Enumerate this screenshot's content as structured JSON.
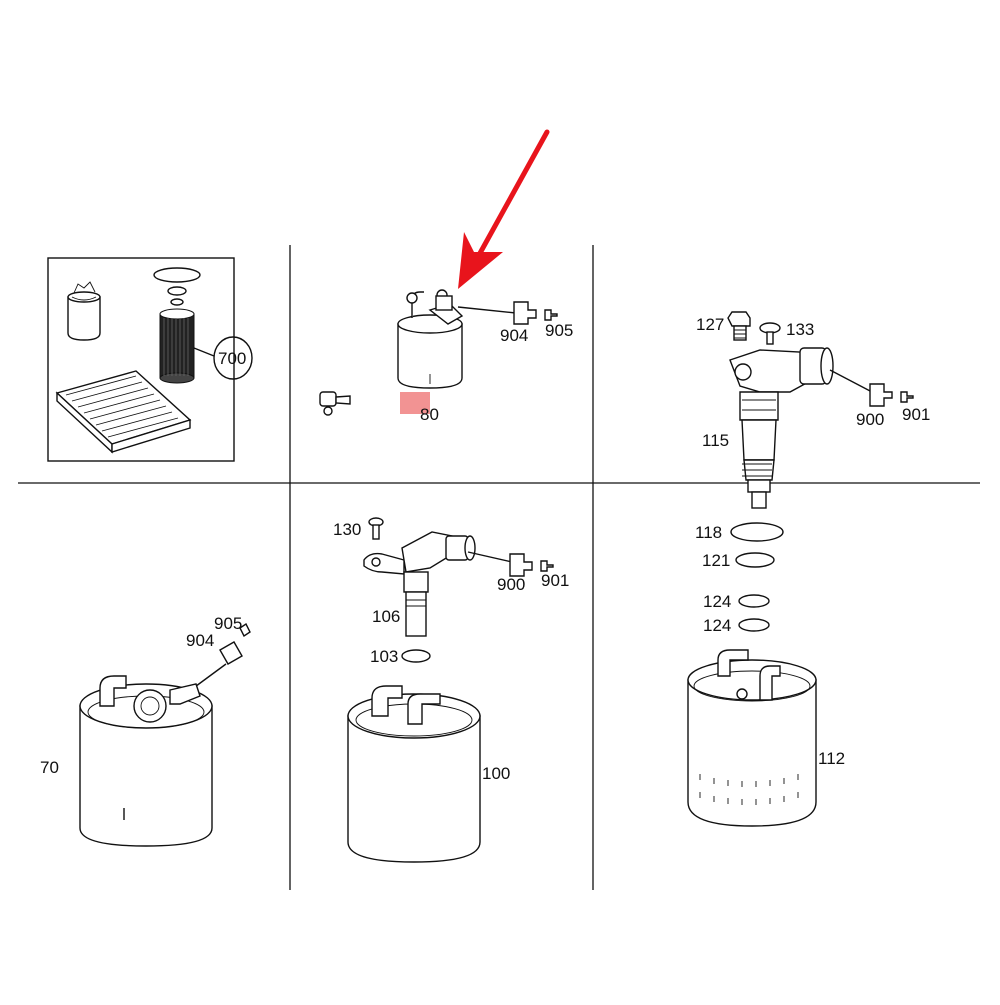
{
  "diagram": {
    "highlight_color": "#f08080",
    "arrow_color": "#e8141c",
    "labels": {
      "l700": "700",
      "l80": "80",
      "l904a": "904",
      "l905a": "905",
      "l127": "127",
      "l133": "133",
      "l900a": "900",
      "l901a": "901",
      "l115": "115",
      "l118": "118",
      "l121": "121",
      "l124a": "124",
      "l124b": "124",
      "l112": "112",
      "l130": "130",
      "l900b": "900",
      "l901b": "901",
      "l106": "106",
      "l103": "103",
      "l100": "100",
      "l905b": "905",
      "l904b": "904",
      "l70": "70"
    }
  }
}
